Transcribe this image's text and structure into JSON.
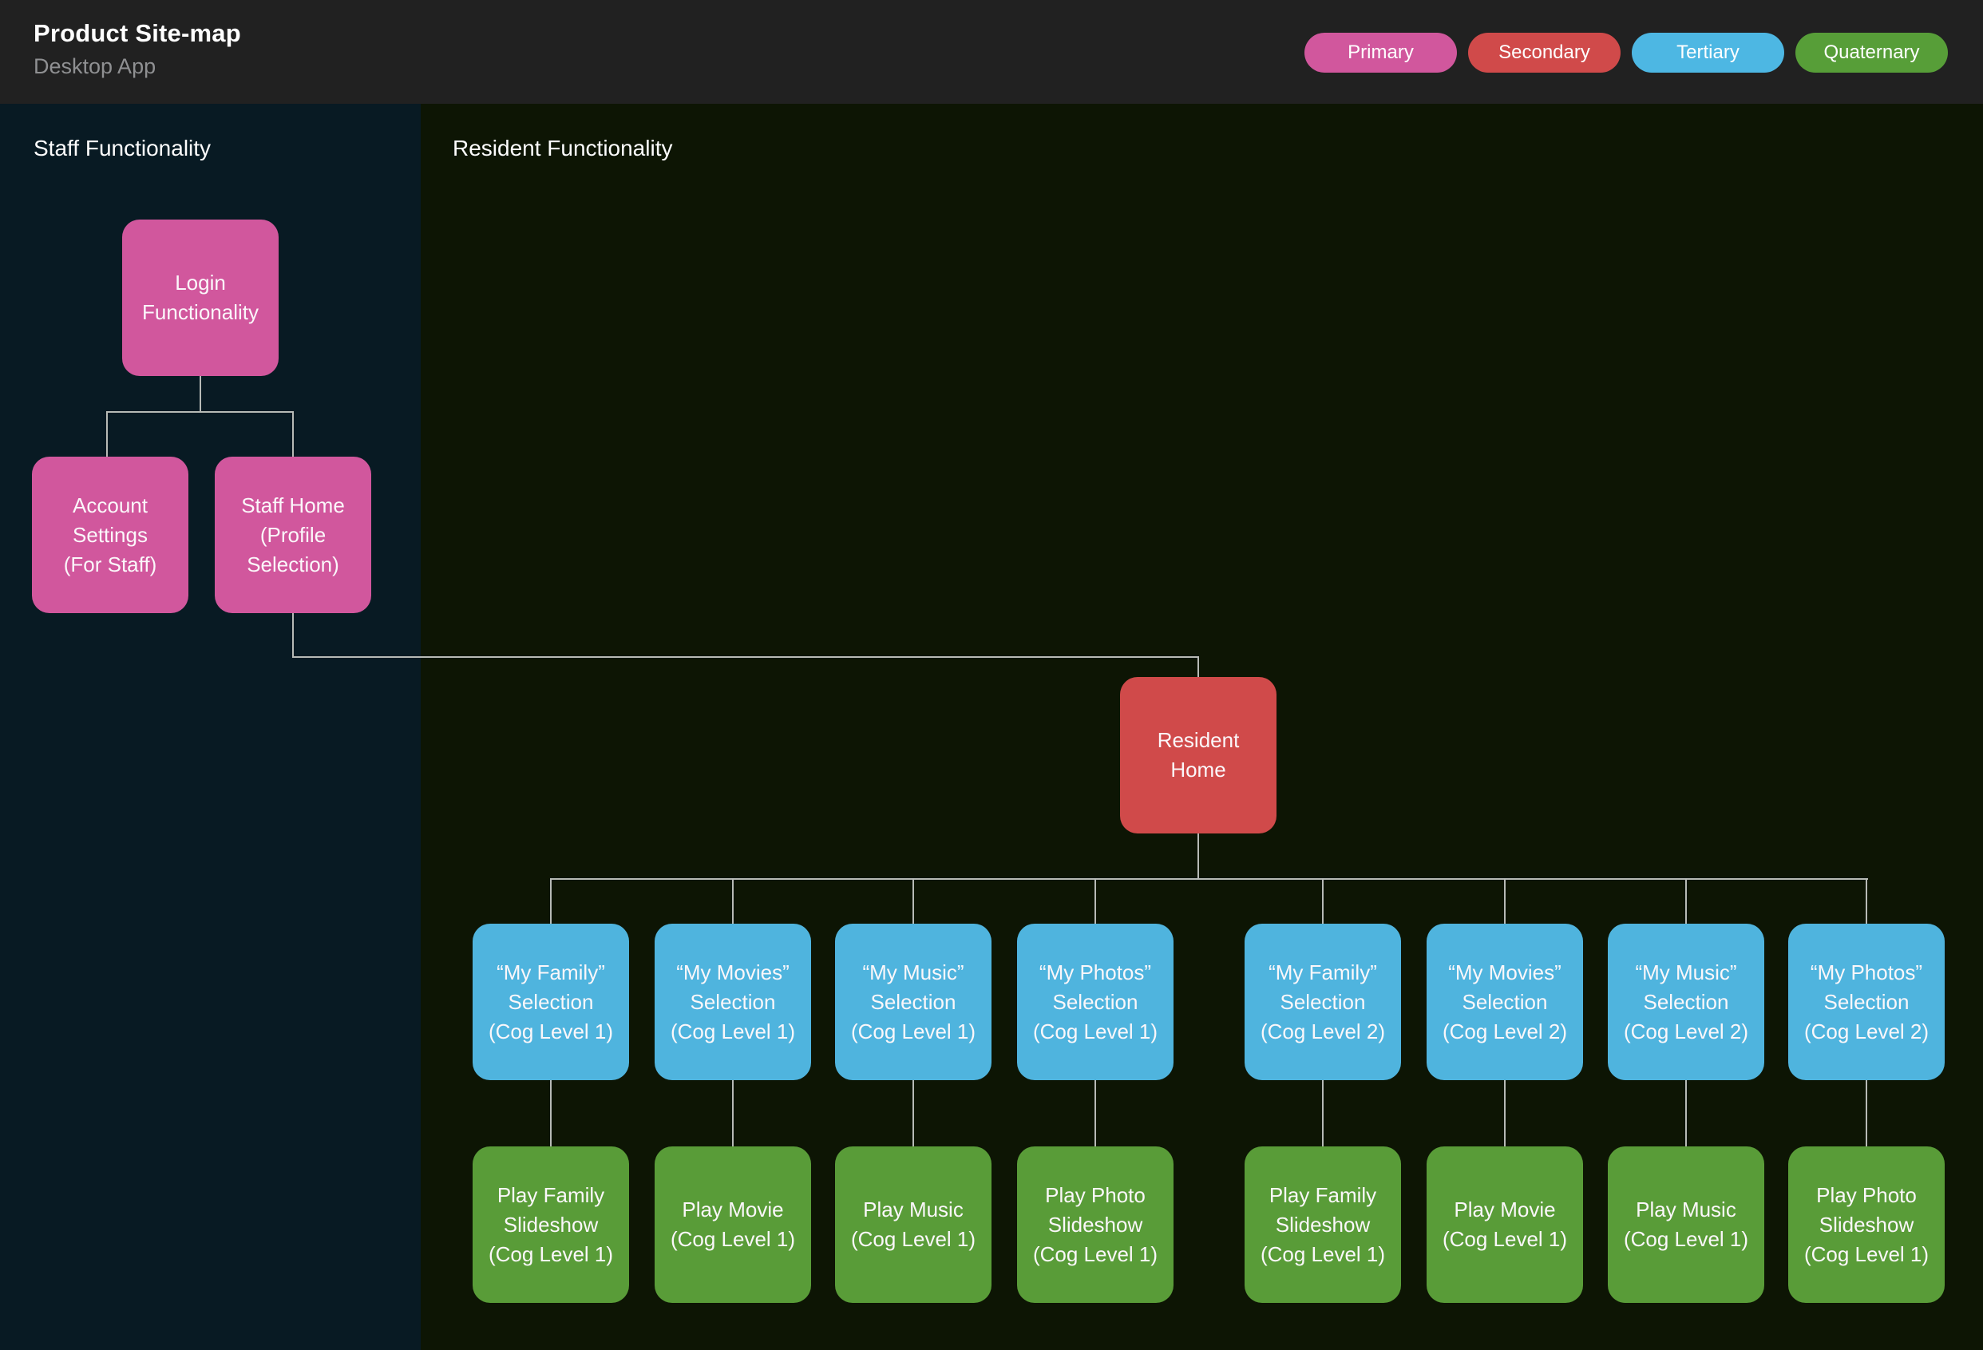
{
  "header": {
    "title": "Product Site-map",
    "subtitle": "Desktop App"
  },
  "legend": {
    "buttons": [
      {
        "label": "Primary",
        "color": "#d1579d"
      },
      {
        "label": "Secondary",
        "color": "#d04a4a"
      },
      {
        "label": "Tertiary",
        "color": "#4db7e3"
      },
      {
        "label": "Quaternary",
        "color": "#579e38"
      }
    ]
  },
  "panels": {
    "staff": {
      "title": "Staff Functionality"
    },
    "resident": {
      "title": "Resident Functionality"
    }
  },
  "colors": {
    "header_bg": "#212121",
    "staff_panel_bg": "#081a23",
    "resident_panel_bg": "#0d1504",
    "connector": "#b7bab6"
  },
  "nodes": {
    "login": {
      "label": "Login\nFunctionality",
      "level": "primary"
    },
    "account_settings": {
      "label": "Account\nSettings\n(For Staff)",
      "level": "primary"
    },
    "staff_home": {
      "label": "Staff Home\n(Profile\nSelection)",
      "level": "primary"
    },
    "resident_home": {
      "label": "Resident\nHome",
      "level": "secondary"
    },
    "selections": [
      {
        "label": "“My Family”\nSelection\n(Cog Level 1)",
        "level": "tertiary"
      },
      {
        "label": "“My Movies”\nSelection\n(Cog Level 1)",
        "level": "tertiary"
      },
      {
        "label": "“My Music”\nSelection\n(Cog Level 1)",
        "level": "tertiary"
      },
      {
        "label": "“My Photos”\nSelection\n(Cog Level 1)",
        "level": "tertiary"
      },
      {
        "label": "“My Family”\nSelection\n(Cog Level 2)",
        "level": "tertiary"
      },
      {
        "label": "“My Movies”\nSelection\n(Cog Level 2)",
        "level": "tertiary"
      },
      {
        "label": "“My Music”\nSelection\n(Cog Level 2)",
        "level": "tertiary"
      },
      {
        "label": "“My Photos”\nSelection\n(Cog Level 2)",
        "level": "tertiary"
      }
    ],
    "actions": [
      {
        "label": "Play Family\nSlideshow\n(Cog Level 1)",
        "level": "quaternary"
      },
      {
        "label": "Play Movie\n(Cog Level 1)",
        "level": "quaternary"
      },
      {
        "label": "Play Music\n(Cog Level 1)",
        "level": "quaternary"
      },
      {
        "label": "Play Photo\nSlideshow\n(Cog Level 1)",
        "level": "quaternary"
      },
      {
        "label": "Play Family\nSlideshow\n(Cog Level 1)",
        "level": "quaternary"
      },
      {
        "label": "Play Movie\n(Cog Level 1)",
        "level": "quaternary"
      },
      {
        "label": "Play Music\n(Cog Level 1)",
        "level": "quaternary"
      },
      {
        "label": "Play Photo\nSlideshow\n(Cog Level 1)",
        "level": "quaternary"
      }
    ]
  }
}
